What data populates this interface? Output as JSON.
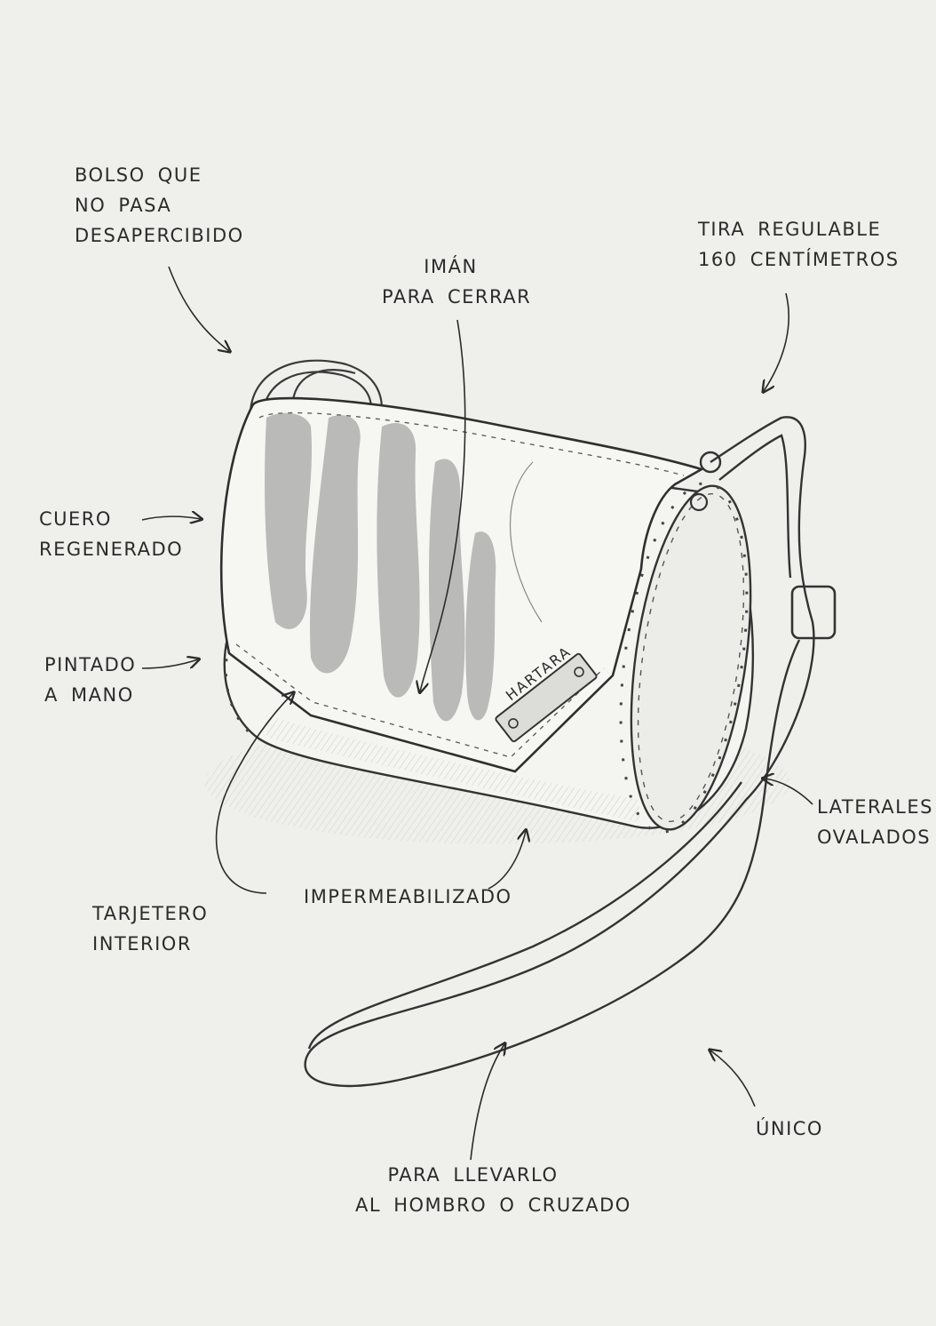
{
  "brand": "HARTARA",
  "labels": {
    "bolso": [
      "BOLSO QUE",
      "NO PASA",
      "DESAPERCIBIDO"
    ],
    "iman": [
      "IMÁN",
      "PARA CERRAR"
    ],
    "tira": [
      "TIRA REGULABLE",
      "160 CENTÍMETROS"
    ],
    "cuero": [
      "CUERO",
      "REGENERADO"
    ],
    "pintado": [
      "PINTADO",
      "A MANO"
    ],
    "laterales": [
      "LATERALES",
      "OVALADOS"
    ],
    "impermeabilizado": "IMPERMEABILIZADO",
    "tarjetero": [
      "TARJETERO",
      "INTERIOR"
    ],
    "unico": "ÚNICO",
    "llevar": [
      "PARA LLEVARLO",
      "AL HOMBRO O CRUZADO"
    ]
  },
  "colors": {
    "background": "#efefec",
    "ink": "#2b2b2b",
    "paint": "#8a8a88"
  }
}
